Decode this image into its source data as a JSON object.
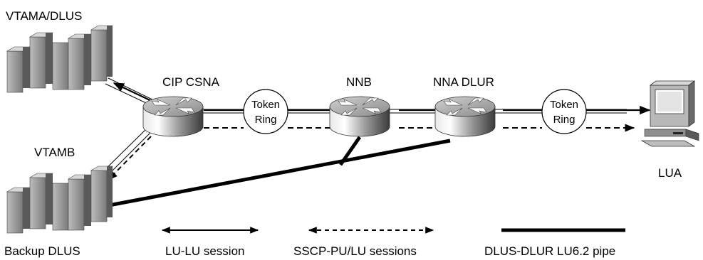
{
  "nodes": {
    "vtama": "VTAMA/DLUS",
    "vtamb": "VTAMB",
    "backup": "Backup DLUS",
    "cip": "CIP CSNA",
    "nnb": "NNB",
    "nna": "NNA DLUR",
    "lua": "LUA"
  },
  "rings": [
    {
      "line1": "Token",
      "line2": "Ring"
    },
    {
      "line1": "Token",
      "line2": "Ring"
    }
  ],
  "legend": {
    "lu_lu": "LU-LU session",
    "sscp": "SSCP-PU/LU sessions",
    "pipe": "DLUS-DLUR LU6.2 pipe"
  }
}
